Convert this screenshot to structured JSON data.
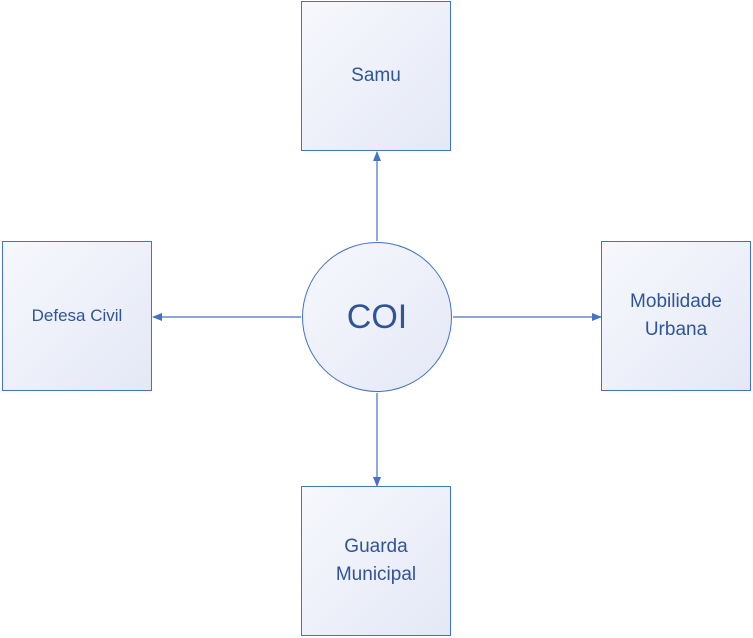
{
  "diagram": {
    "center": {
      "label": "COI"
    },
    "nodes": {
      "top": {
        "label": "Samu"
      },
      "left": {
        "label": "Defesa Civil"
      },
      "right": {
        "label": "Mobilidade\nUrbana"
      },
      "bottom": {
        "label": "Guarda\nMunicipal"
      }
    },
    "colors": {
      "stroke": "#4472c4",
      "text": "#2f5597",
      "fill_light": "#f7f8fd",
      "fill_dark": "#e4e8f6"
    }
  }
}
